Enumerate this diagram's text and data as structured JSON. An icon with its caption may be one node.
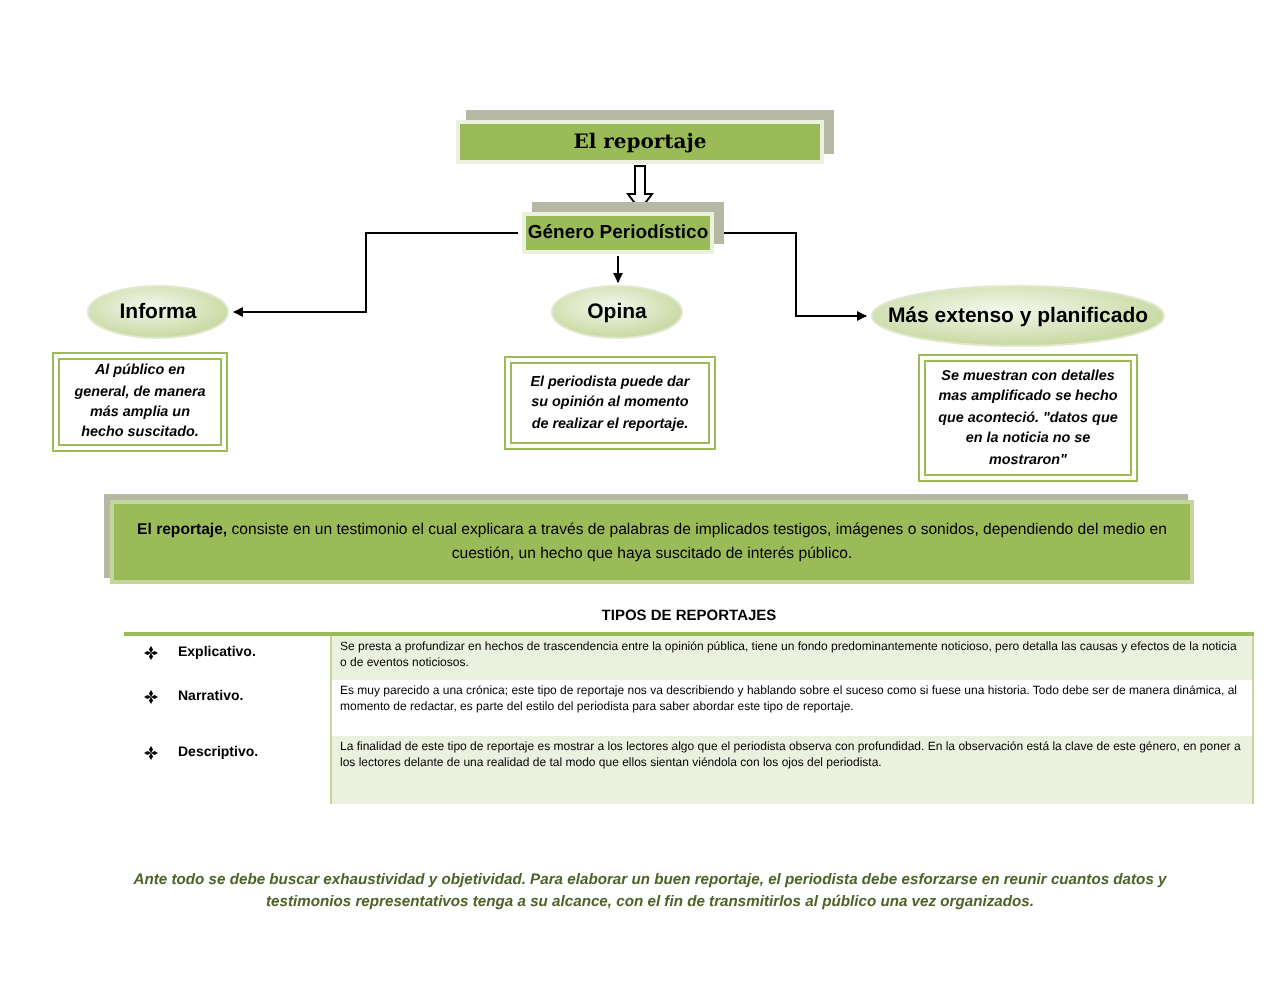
{
  "diagram": {
    "nodes": [
      {
        "text": [
          "El reportaje"
        ]
      },
      {
        "text": [
          "Género Periodístico"
        ]
      },
      {
        "text": [
          "Informa"
        ]
      },
      {
        "text": [
          "Opina"
        ]
      },
      {
        "text": [
          "Más extenso y planificado"
        ]
      },
      {
        "text": [
          "Al público en general, de manera más amplia un hecho suscitado."
        ]
      },
      {
        "text": [
          "El periodista puede dar su opinión al momento de realizar el reportaje."
        ]
      },
      {
        "text": [
          "Se muestran con detalles mas amplificado se hecho que aconteció. \"datos que en la noticia no se mostraron\""
        ]
      },
      {
        "text": [
          "**El reportaje,** consiste en un testimonio el cual explicara a través de palabras de implicados testigos, imágenes o sonidos, dependiendo del medio en cuestión, un hecho que haya suscitado de interés público."
        ]
      }
    ],
    "edges": [
      {
        "from": 0,
        "to": 1,
        "arrow": "to"
      },
      {
        "from": 1,
        "to": 2,
        "arrow": "to"
      },
      {
        "from": 1,
        "to": 3,
        "arrow": "to"
      },
      {
        "from": 1,
        "to": 4,
        "arrow": "to"
      }
    ],
    "labels": [
      "TIPOS DE REPORTAJES",
      "Explicativo.",
      "Se presta a profundizar en hechos de trascendencia entre la opinión pública, tiene un fondo predominantemente noticioso, pero detalla las causas y efectos de la noticia o de eventos noticiosos.",
      "Narrativo.",
      "Es muy parecido a una crónica; este tipo de reportaje nos va describiendo y hablando sobre el suceso como si fuese una historia. Todo debe ser de manera dinámica, al momento de redactar, es parte del estilo del periodista para saber abordar este tipo de reportaje.",
      "Descriptivo.",
      "La finalidad de este tipo de reportaje es mostrar a los lectores algo que el periodista observa con profundidad. En la observación está la clave de este género, en poner a los lectores delante de una realidad de tal modo que ellos sientan viéndola con los ojos del periodista.",
      "Ante todo se debe buscar exhaustividad y objetividad. Para elaborar un buen reportaje, el periodista debe esforzarse en reunir cuantos datos y testimonios representativos tenga a su alcance, con el fin de transmitirlos al público una vez organizados."
    ]
  }
}
